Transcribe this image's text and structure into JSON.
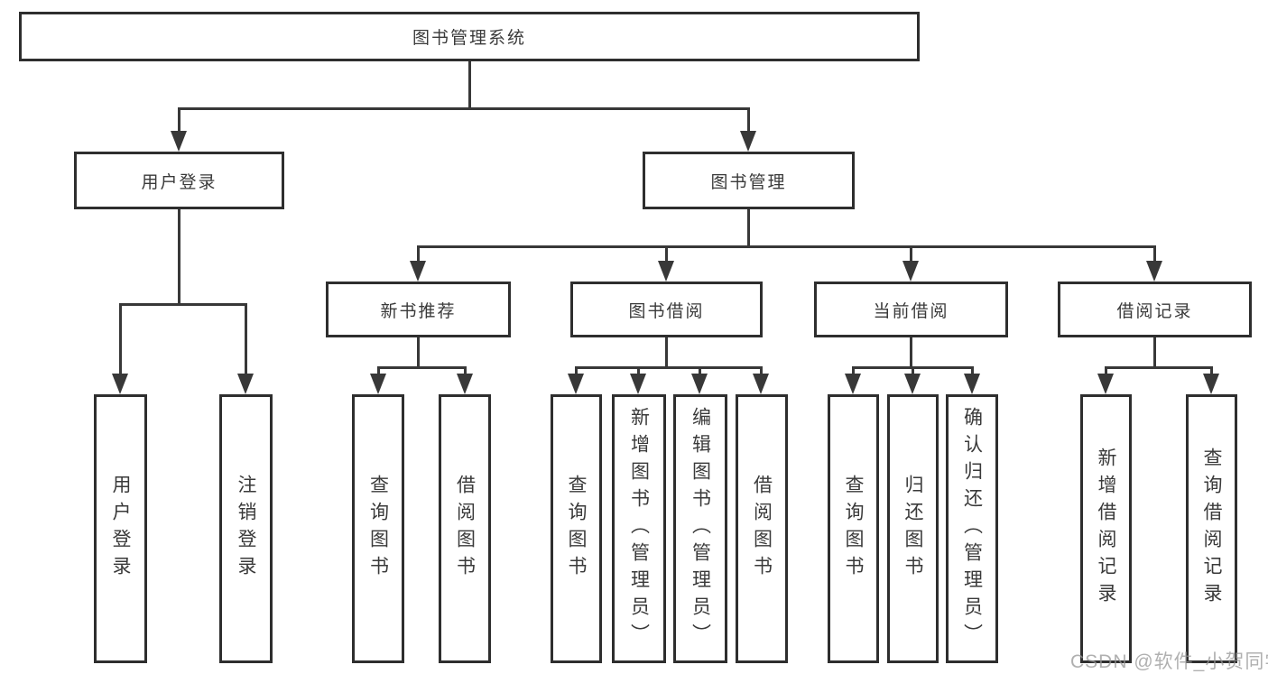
{
  "diagram": {
    "title": "图书管理系统",
    "root": {
      "label": "图书管理系统"
    },
    "user_login": {
      "label": "用户登录",
      "children": [
        {
          "label": "用户登录"
        },
        {
          "label": "注销登录"
        }
      ]
    },
    "book_management": {
      "label": "图书管理",
      "sections": [
        {
          "label": "新书推荐",
          "children": [
            {
              "label": "查询图书"
            },
            {
              "label": "借阅图书"
            }
          ]
        },
        {
          "label": "图书借阅",
          "children": [
            {
              "label": "查询图书"
            },
            {
              "label": "新增图书（管理员）"
            },
            {
              "label": "编辑图书（管理员）"
            },
            {
              "label": "借阅图书"
            }
          ]
        },
        {
          "label": "当前借阅",
          "children": [
            {
              "label": "查询图书"
            },
            {
              "label": "归还图书"
            },
            {
              "label": "确认归还（管理员）"
            }
          ]
        },
        {
          "label": "借阅记录",
          "children": [
            {
              "label": "新增借阅记录"
            },
            {
              "label": "查询借阅记录"
            }
          ]
        }
      ]
    }
  },
  "watermark": "CSDN @软件_小贺同学",
  "colors": {
    "line": "#383838",
    "box_border": "#2e2e2e",
    "text": "#3a3a3a",
    "background": "#ffffff",
    "watermark": "#969696"
  }
}
